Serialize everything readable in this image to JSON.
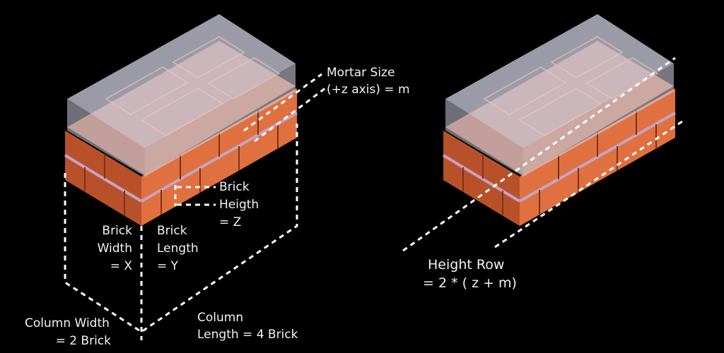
{
  "colors": {
    "background": "#000000",
    "brick": "#e0703f",
    "brick_dark": "#b8512a",
    "glass": "#c9c9dc",
    "mortar": "#c4a3c4"
  },
  "left_diagram": {
    "mortar": [
      "Mortar Size",
      "(+z axis) = m"
    ],
    "brick_height": [
      "Brick",
      "Heigth",
      "= Z"
    ],
    "brick_width": [
      "Brick",
      "Width",
      "= X"
    ],
    "brick_length": [
      "Brick",
      "Length",
      "= Y"
    ],
    "column_width": [
      "Column Width",
      "= 2 Brick"
    ],
    "column_length": [
      "Column",
      "Length = 4 Brick"
    ]
  },
  "right_diagram": {
    "height_row": [
      "Height Row",
      "=  2 * ( z + m)"
    ]
  }
}
